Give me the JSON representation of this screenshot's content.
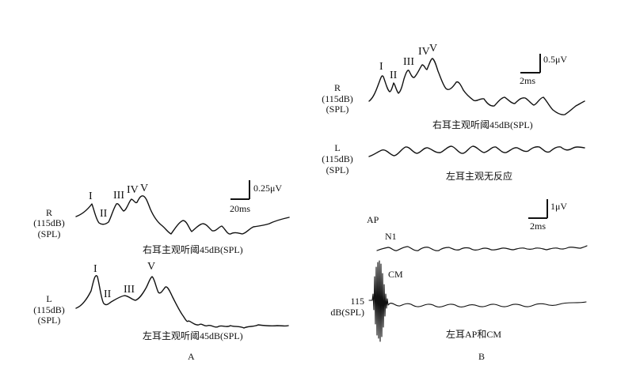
{
  "panel_a": {
    "label": "A",
    "right": {
      "ear_label": [
        "R",
        "(115dB)",
        "(SPL)"
      ],
      "caption": "右耳主观听阈45dB(SPL)",
      "waves": [
        "I",
        "II",
        "III",
        "IV",
        "V"
      ]
    },
    "left": {
      "ear_label": [
        "L",
        "(115dB)",
        "(SPL)"
      ],
      "caption": "左耳主观听阈45dB(SPL)",
      "waves": [
        "I",
        "II",
        "III",
        "V"
      ]
    },
    "scale": {
      "amplitude": "0.25μV",
      "time": "20ms"
    }
  },
  "panel_b": {
    "label": "B",
    "right": {
      "ear_label": [
        "R",
        "(115dB)",
        "(SPL)"
      ],
      "caption": "右耳主观听阈45dB(SPL)",
      "waves": [
        "I",
        "II",
        "III",
        "IV",
        "V"
      ]
    },
    "left": {
      "ear_label": [
        "L",
        "(115dB)",
        "(SPL)"
      ],
      "caption": "左耳主观无反应"
    },
    "scale_top": {
      "amplitude": "0.5μV",
      "time": "2ms"
    },
    "scale_bottom": {
      "amplitude": "1μV",
      "time": "2ms"
    },
    "ap": {
      "label": "AP",
      "n1": "N1"
    },
    "cm": {
      "label": "CM",
      "stim": [
        "115",
        "dB(SPL)"
      ],
      "caption": "左耳AP和CM"
    }
  }
}
